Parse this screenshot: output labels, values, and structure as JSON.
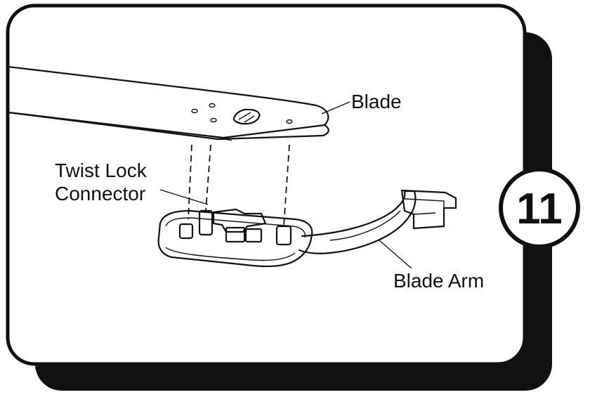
{
  "step": {
    "number": "11"
  },
  "labels": {
    "blade": "Blade",
    "twist_lock_line1": "Twist Lock",
    "twist_lock_line2": "Connector",
    "blade_arm": "Blade Arm"
  },
  "colors": {
    "ink": "#111111",
    "paper": "#ffffff"
  }
}
